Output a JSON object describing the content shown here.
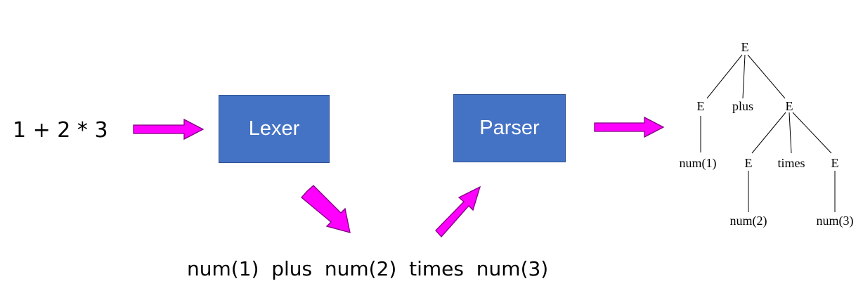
{
  "input_expression": "1 + 2 * 3",
  "lexer": {
    "label": "Lexer"
  },
  "parser": {
    "label": "Parser"
  },
  "token_stream": "num(1)  plus  num(2)  times  num(3)",
  "arrow_color": "#ff00ff",
  "box_color": "#4472c4",
  "parse_tree": {
    "root": "E",
    "level1": [
      "E",
      "plus",
      "E"
    ],
    "level2": [
      "num(1)",
      "E",
      "times",
      "E"
    ],
    "level3": [
      "num(2)",
      "num(3)"
    ]
  }
}
